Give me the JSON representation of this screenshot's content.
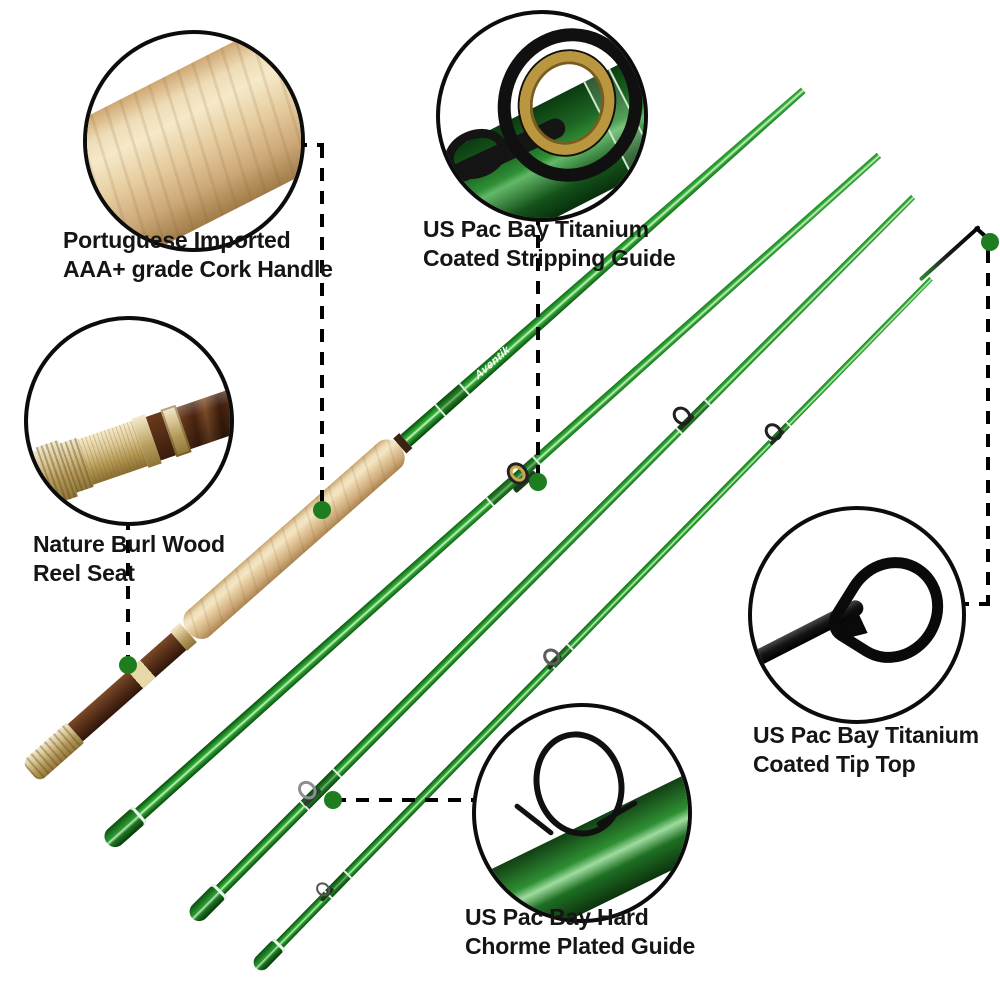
{
  "brand": {
    "blank_text": "Aventik"
  },
  "callouts": {
    "cork_handle": {
      "line1": "Portuguese Imported",
      "line2": "AAA+ grade Cork Handle"
    },
    "stripping_guide": {
      "line1": "US Pac Bay Titanium",
      "line2": "Coated Stripping Guide"
    },
    "reel_seat": {
      "line1": "Nature Burl Wood",
      "line2": "Reel Seat"
    },
    "tip_top": {
      "line1": "US Pac Bay Titanium",
      "line2": "Coated Tip Top"
    },
    "snake_guide": {
      "line1": "US Pac Bay Hard",
      "line2": "Chorme Plated Guide"
    }
  },
  "colors": {
    "rod_green": "#2fa234",
    "rod_green_dark": "#0a4b0e",
    "ring_gold": "#ba963f",
    "hardware_gold": "#d8c493",
    "cork_tan": "#e2c698",
    "burl_wood": "#59301a",
    "guide_black": "#141414",
    "callout_dot_green": "#1e7d1e",
    "callout_line_black": "#000000"
  }
}
